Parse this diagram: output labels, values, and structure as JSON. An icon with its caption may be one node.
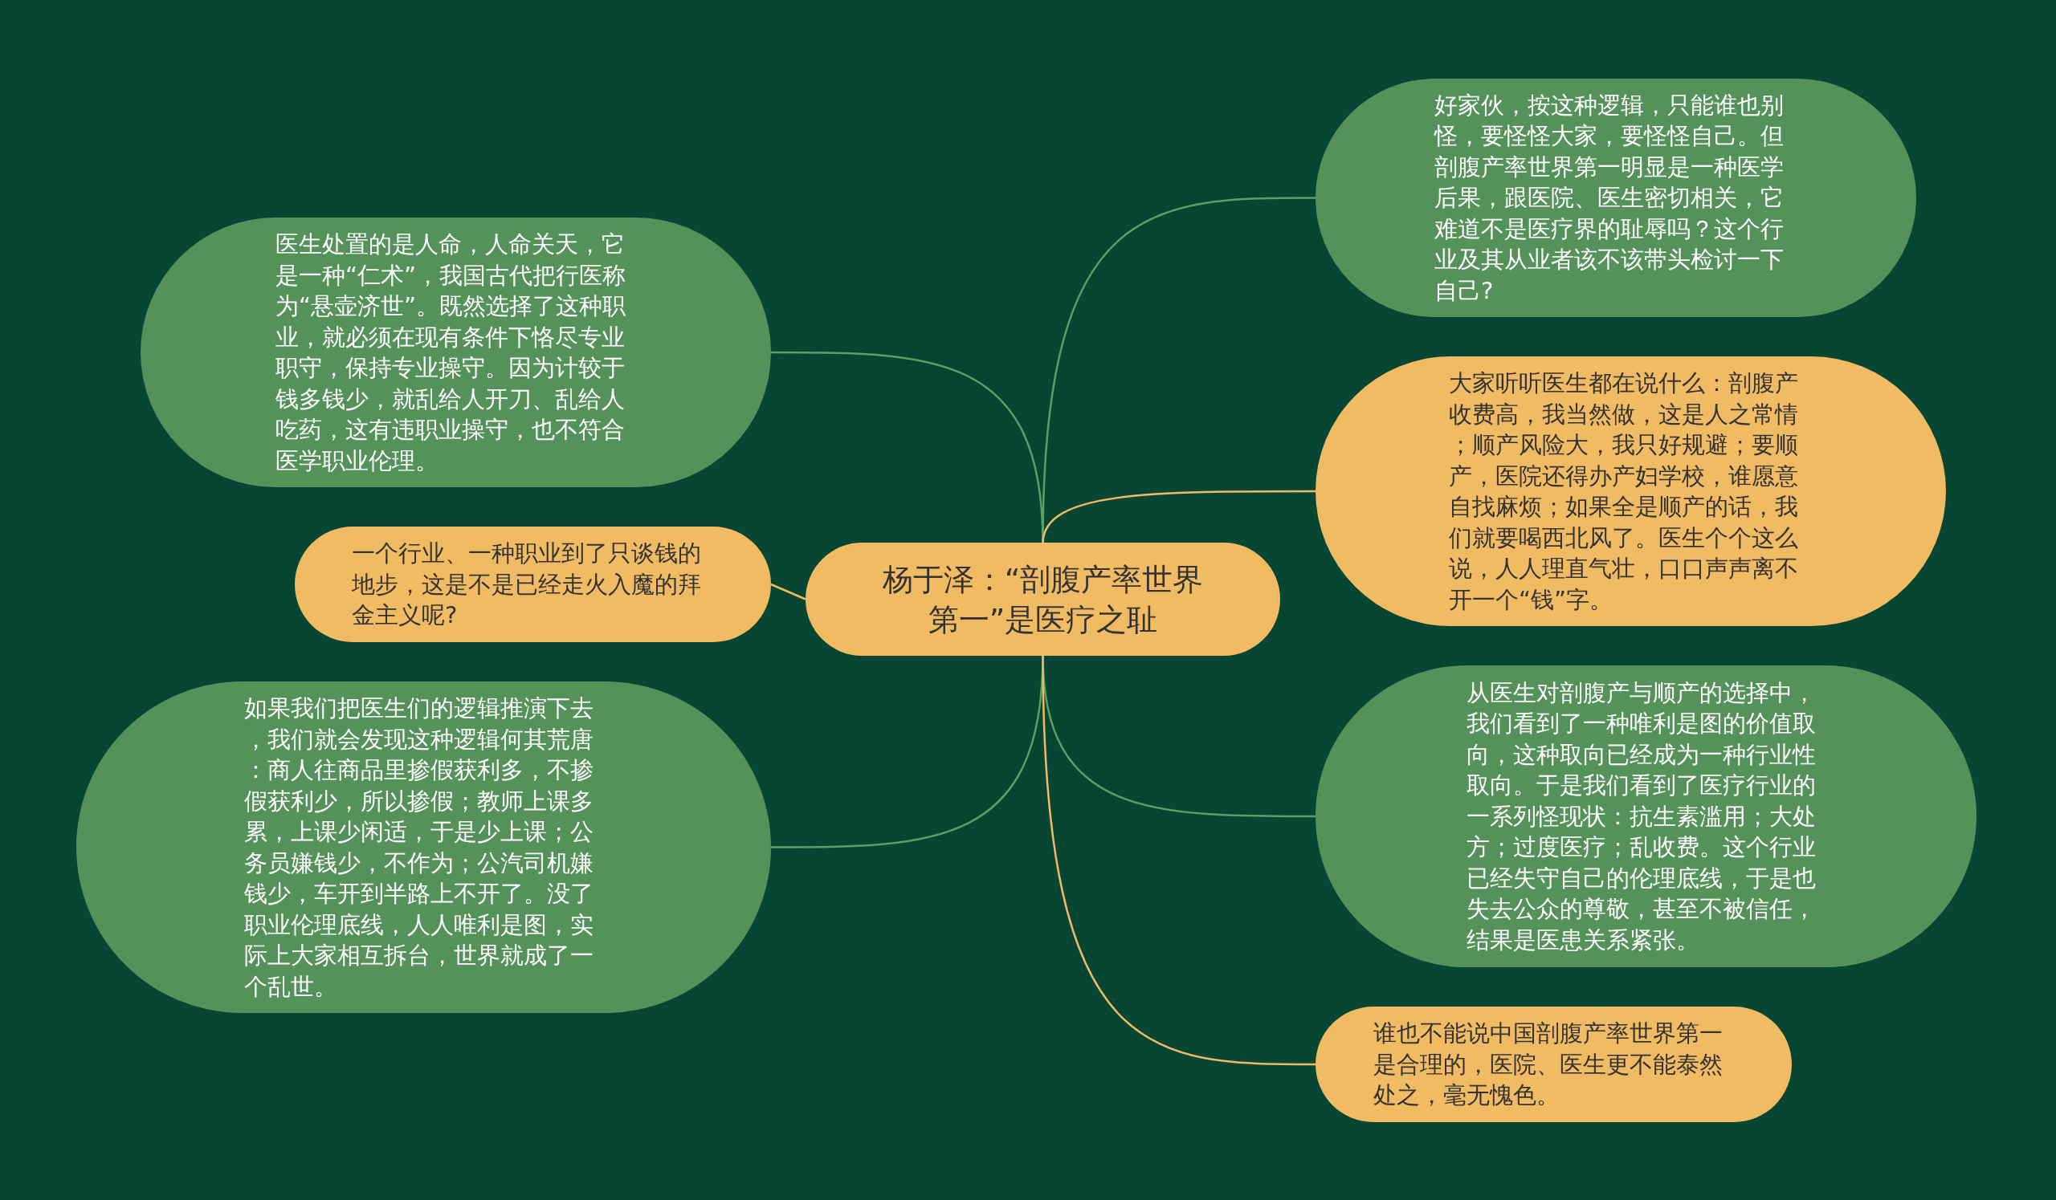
{
  "diagram": {
    "nodes": [
      {
        "text": [
          "杨于泽：“剖腹产率世界第一”是医疗之耻"
        ]
      },
      {
        "text": [
          "医生处置的是人命，人命关天，它是一种“仁术”，我国古代把行医称为“悬壶济世”。既然选择了这种职业，就必须在现有条件下恪尽专业职守，保持专业操守。因为计较于钱多钱少，就乱给人开刀、乱给人吃药，这有违职业操守，也不符合医学职业伦理。"
        ]
      },
      {
        "text": [
          "一个行业、一种职业到了只谈钱的地步，这是不是已经走火入魔的拜金主义呢?"
        ]
      },
      {
        "text": [
          "如果我们把医生们的逻辑推演下去，我们就会发现这种逻辑何其荒唐：商人往商品里掺假获利多，不掺假获利少，所以掺假；教师上课多累，上课少闲适，于是少上课；公务员嫌钱少，不作为；公汽司机嫌钱少，车开到半路上不开了。没了职业伦理底线，人人唯利是图，实际上大家相互拆台，世界就成了一个乱世。"
        ]
      },
      {
        "text": [
          "好家伙，按这种逻辑，只能谁也别怪，要怪怪大家，要怪怪自己。但剖腹产率世界第一明显是一种医学后果，跟医院、医生密切相关，它难道不是医疗界的耻辱吗？这个行业及其从业者该不该带头检讨一下自己?"
        ]
      },
      {
        "text": [
          "大家听听医生都在说什么：剖腹产收费高，我当然做，这是人之常情；顺产风险大，我只好规避；要顺产，医院还得办产妇学校，谁愿意自找麻烦；如果全是顺产的话，我们就要喝西北风了。医生个个这么说，人人理直气壮，口口声声离不开一个“钱”字。"
        ]
      },
      {
        "text": [
          "从医生对剖腹产与顺产的选择中，我们看到了一种唯利是图的价值取向，这种取向已经成为一种行业性取向。于是我们看到了医疗行业的一系列怪现状：抗生素滥用；大处方；过度医疗；乱收费。这个行业已经失守自己的伦理底线，于是也失去公众的尊敬，甚至不被信任，结果是医患关系紧张。"
        ]
      },
      {
        "text": [
          "谁也不能说中国剖腹产率世界第一是合理的，医院、医生更不能泰然处之，毫无愧色。"
        ]
      }
    ],
    "edges": [
      {
        "from": 0,
        "to": 1,
        "arrow": "none"
      },
      {
        "from": 0,
        "to": 2,
        "arrow": "none",
        "color": "#f0bb62"
      },
      {
        "from": 0,
        "to": 3,
        "arrow": "none"
      },
      {
        "from": 0,
        "to": 4,
        "arrow": "none"
      },
      {
        "from": 0,
        "to": 5,
        "arrow": "none",
        "color": "#f0bb62"
      },
      {
        "from": 0,
        "to": 6,
        "arrow": "none"
      },
      {
        "from": 0,
        "to": 7,
        "arrow": "none",
        "color": "#f0bb62"
      }
    ]
  }
}
